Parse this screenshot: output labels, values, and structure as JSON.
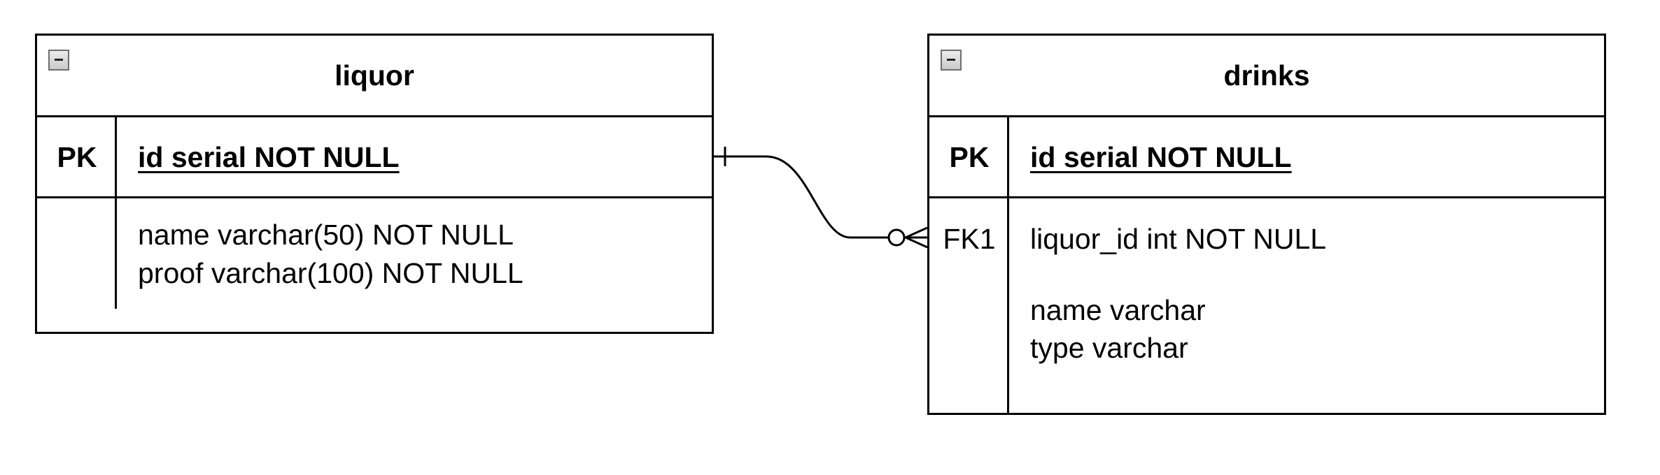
{
  "tables": {
    "liquor": {
      "title": "liquor",
      "pk_label": "PK",
      "pk_field": "id serial NOT NULL",
      "fields": [
        "name varchar(50) NOT NULL",
        "proof varchar(100) NOT NULL"
      ]
    },
    "drinks": {
      "title": "drinks",
      "pk_label": "PK",
      "pk_field": "id serial NOT NULL",
      "fk_label": "FK1",
      "fk_field": "liquor_id int NOT NULL",
      "fields": [
        "name varchar",
        "type varchar"
      ]
    }
  },
  "relationship": {
    "from": "liquor",
    "to": "drinks",
    "from_cardinality": "one",
    "to_cardinality": "zero-or-many"
  },
  "icons": {
    "collapse": "collapse-icon"
  },
  "colors": {
    "line": "#000000",
    "background": "#ffffff",
    "icon_border": "#6e6e6e"
  }
}
